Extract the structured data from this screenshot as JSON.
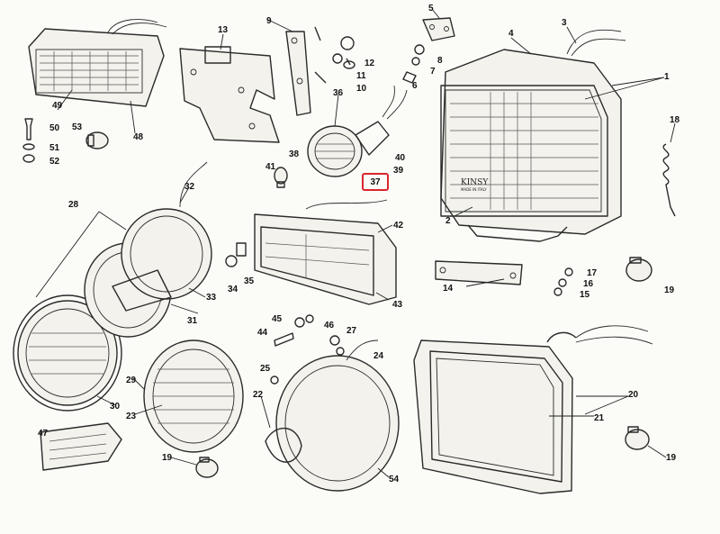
{
  "diagram": {
    "highlighted_callout": "37",
    "lens_brand": "KINSY",
    "lens_fine_print": "MADE IN ITALY",
    "callouts": {
      "c1": "1",
      "c2": "2",
      "c3": "3",
      "c4": "4",
      "c5": "5",
      "c6": "6",
      "c7": "7",
      "c8": "8",
      "c9": "9",
      "c10": "10",
      "c11": "11",
      "c12": "12",
      "c13": "13",
      "c14": "14",
      "c15": "15",
      "c16": "16",
      "c17": "17",
      "c18": "18",
      "c19a": "19",
      "c19b": "19",
      "c19c": "19",
      "c20": "20",
      "c21": "21",
      "c22": "22",
      "c23": "23",
      "c24": "24",
      "c25": "25",
      "c27": "27",
      "c28": "28",
      "c29": "29",
      "c30": "30",
      "c31": "31",
      "c32": "32",
      "c33": "33",
      "c34": "34",
      "c35": "35",
      "c36": "36",
      "c38": "38",
      "c39": "39",
      "c40": "40",
      "c41": "41",
      "c42": "42",
      "c43": "43",
      "c44": "44",
      "c45": "45",
      "c46": "46",
      "c47": "47",
      "c48": "48",
      "c49": "49",
      "c50": "50",
      "c51": "51",
      "c52": "52",
      "c53": "53",
      "c54": "54"
    }
  }
}
